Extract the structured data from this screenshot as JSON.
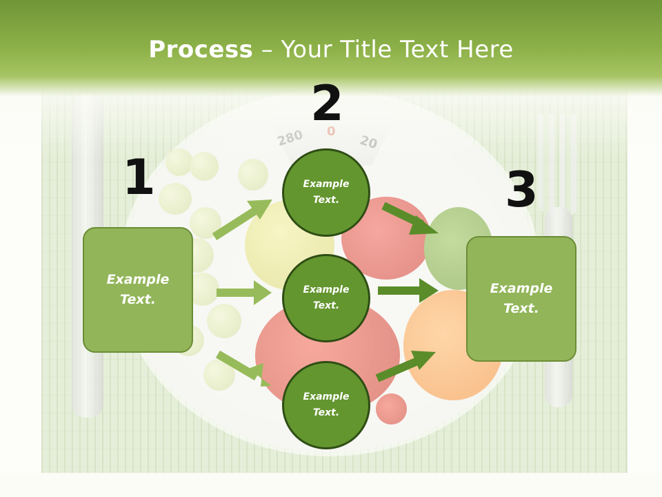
{
  "title": {
    "bold": "Process",
    "rest": " – Your Title Text Here"
  },
  "background": {
    "scale_numbers": [
      "280",
      "0",
      "20"
    ]
  },
  "steps": [
    {
      "number": "1",
      "text": "Example Text."
    },
    {
      "number": "2",
      "text": ""
    },
    {
      "number": "3",
      "text": "Example Text."
    }
  ],
  "circles": [
    {
      "text": "Example Text."
    },
    {
      "text": "Example Text."
    },
    {
      "text": "Example Text."
    }
  ],
  "colors": {
    "header": "#8db148",
    "box_fill": "#91b558",
    "circle_fill": "#64962f",
    "arrow_light": "#97bb5a",
    "arrow_dark": "#5a8d2a"
  }
}
